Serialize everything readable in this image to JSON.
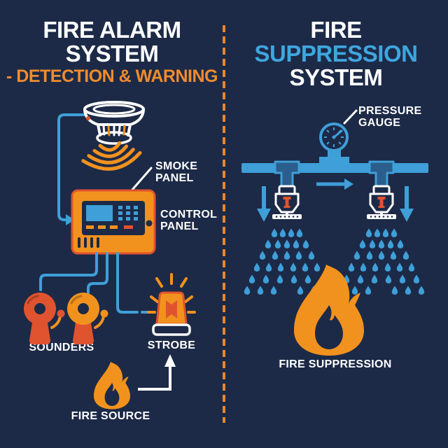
{
  "left_panel": {
    "title_line1": "FIRE ALARM",
    "title_line2": "SYSTEM",
    "subtitle": "- DETECTION & WARNING",
    "smoke_label_line1": "SMOKE",
    "smoke_label_line2": "PANEL",
    "control_label_line1": "CONTROL",
    "control_label_line2": "PANEL",
    "sounders_label": "SOUNDERS",
    "strobe_label": "STROBE",
    "fire_source_label": "FIRE SOURCE"
  },
  "right_panel": {
    "title_line1": "FIRE",
    "title_line2": "SUPPRESSION",
    "title_line3": "SYSTEM",
    "pressure_label_line1": "PRESSURE",
    "pressure_label_line2": "GAUGE",
    "fire_suppression_label": "FIRE SUPPRESSION"
  },
  "icons": [
    "smoke-detector-icon",
    "signal-waves-icon",
    "control-panel-icon",
    "sounder-bell-icon",
    "strobe-beacon-icon",
    "flame-icon",
    "pressure-gauge-icon",
    "pipe-icon",
    "tee-fitting-icon",
    "sprinkler-head-icon",
    "water-spray-icon",
    "flow-arrow-icon",
    "down-arrow-icon",
    "up-arrow-icon"
  ],
  "colors": {
    "background": "#1C2A47",
    "orange": "#F2921E",
    "red_orange": "#E0532F",
    "line_blue": "#3F9FD8",
    "title_blue": "#3FA6DF",
    "divider_orange": "#E8862F",
    "fitting_blue": "#2B5E8C",
    "white": "#FFFFFF"
  }
}
